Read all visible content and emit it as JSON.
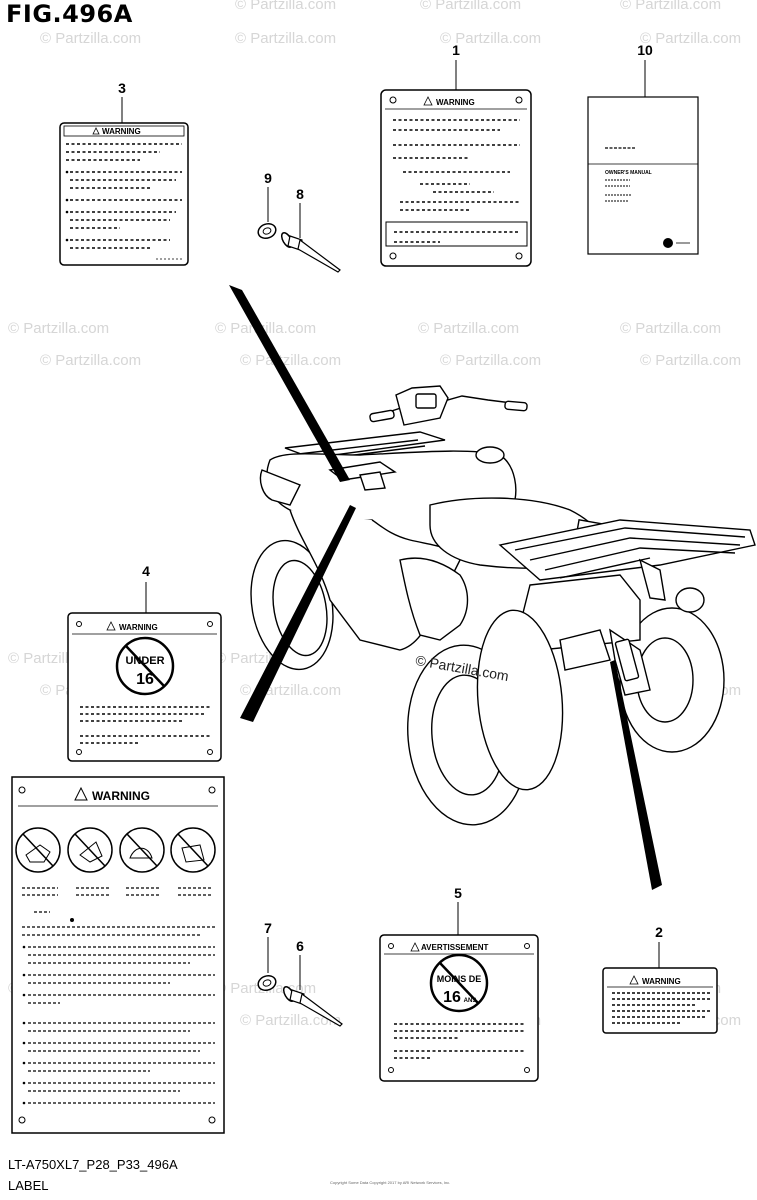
{
  "figure": {
    "title": "FIG.496A",
    "code": "LT-A750XL7_P28_P33_496A",
    "section": "LABEL",
    "copyright_small": "Copyright\nSome Data Copyright 2017 by ARI Network Services, Inc."
  },
  "watermark": {
    "text": "© Partzilla.com",
    "center_text": "© Partzilla.com"
  },
  "callouts": [
    "1",
    "2",
    "3",
    "4",
    "5",
    "6",
    "7",
    "8",
    "9",
    "10"
  ],
  "labels": {
    "warning": "WARNING",
    "avertissement": "AVERTISSEMENT",
    "under16_line1": "UNDER",
    "under16_line2": "16",
    "moins_line1": "MOINS DE",
    "moins_line2": "16",
    "moins_ans": "ANS",
    "owners_manual": "OWNER'S MANUAL"
  }
}
